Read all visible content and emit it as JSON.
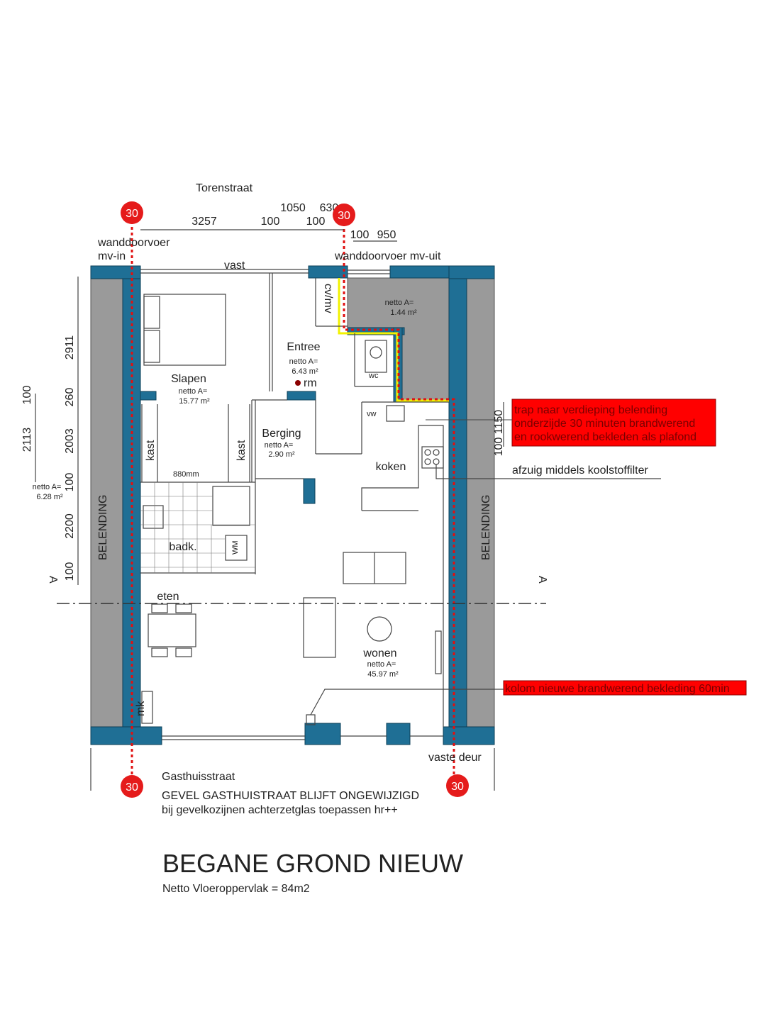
{
  "streets": {
    "top": "Torenstraat",
    "bottom": "Gasthuisstraat"
  },
  "fire_rating_badges": [
    "30",
    "30",
    "30",
    "30"
  ],
  "dimensions": {
    "top": [
      "3257",
      "100",
      "1050",
      "100",
      "630",
      "100",
      "950"
    ],
    "left_outer": [
      "2911",
      "260",
      "2003",
      "100",
      "2200",
      "100"
    ],
    "left_inner": [
      "100",
      "2113"
    ],
    "right": [
      "100",
      "1150"
    ]
  },
  "labels": {
    "vent_in": [
      "wanddoorvoer",
      "mv-in"
    ],
    "vent_out": "wanddoorvoer mv-uit",
    "vast": "vast",
    "vaste_deur": "vaste deur",
    "belending_left": "BELENDING",
    "belending_right": "BELENDING",
    "section_left": "A",
    "section_right": "A",
    "cv_mv": "cv/mv",
    "rm": "rm",
    "wc": "wc",
    "vw": "vw",
    "wm": "WM",
    "mk": "mk",
    "kast1": "kast",
    "kast2": "kast",
    "door_880": "880mm"
  },
  "rooms": [
    {
      "name": "Slapen",
      "area_label": "netto A=",
      "area": "15.77 m²"
    },
    {
      "name": "Entree",
      "area_label": "netto A=",
      "area": "6.43 m²"
    },
    {
      "name": "Berging",
      "area_label": "netto A=",
      "area": "2.90 m²"
    },
    {
      "name": "",
      "area_label": "netto A=",
      "area": "1.44 m²"
    },
    {
      "name": "koken"
    },
    {
      "name": "badk."
    },
    {
      "name": "eten"
    },
    {
      "name": "wonen",
      "area_label": "netto A=",
      "area": "45.97 m²"
    },
    {
      "name": "",
      "area_label": "netto A=",
      "area": "6.28 m²"
    }
  ],
  "notes": {
    "stair": [
      "trap naar verdieping belending",
      "onderzijde 30 minuten brandwerend",
      "en rookwerend bekleden als plafond"
    ],
    "hood": "afzuig middels koolstoffilter",
    "column": "kolom nieuwe brandwerend bekleding 60min",
    "facade": [
      "GEVEL GASTHUISTRAAT BLIJFT ONGEWIJZIGD",
      "bij gevelkozijnen achterzetglas toepassen hr++"
    ]
  },
  "title": "BEGANE GROND NIEUW",
  "subtitle": "Netto Vloeroppervlak = 84m2",
  "colors": {
    "wall": "#1f6f95",
    "adjacent": "#9a9a9a",
    "fire_line": "#e01010",
    "note_bg": "#ff0000",
    "smoke_line": "#f2f200"
  }
}
